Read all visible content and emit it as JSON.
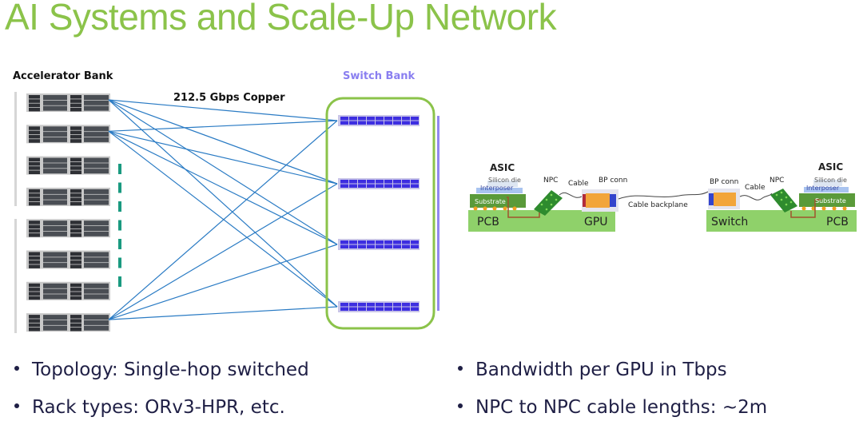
{
  "slide": {
    "title": "AI Systems and Scale-Up Network"
  },
  "topology_diagram": {
    "accelerator_bank_label": "Accelerator Bank",
    "switch_bank_label": "Switch Bank",
    "link_label": "212.5 Gbps Copper",
    "accelerator_count": 8,
    "switch_count": 4,
    "colors": {
      "link": "#2a7bc4",
      "switch_bank_border": "#8bc34a",
      "switch_chip": "#3d2ee0",
      "accelerator": "#4a4e54",
      "ellipsis_dash": "#1a9a80",
      "bracket": "#d6d6d6",
      "switch_side_bar": "#9287f0"
    }
  },
  "package_diagram": {
    "left": {
      "asic": "ASIC",
      "silicon_die": "Silicon die",
      "interposer": "Interposer",
      "substrate": "Substrate",
      "pcb": "PCB",
      "board": "GPU",
      "npc": "NPC",
      "cable": "Cable",
      "bp_conn": "BP conn"
    },
    "middle": {
      "cable_backplane": "Cable backplane"
    },
    "right": {
      "asic": "ASIC",
      "silicon_die": "Silicon die",
      "interposer": "Interposer",
      "substrate": "Substrate",
      "pcb": "PCB",
      "board": "Switch",
      "npc": "NPC",
      "cable": "Cable",
      "bp_conn": "BP conn"
    },
    "colors": {
      "pcb": "#8fd16a",
      "substrate": "#5a9a3a",
      "interposer": "#a9c4f0",
      "trace": "#a0522d",
      "bump": "#f0a020"
    }
  },
  "bullets": {
    "left": [
      "Topology: Single-hop switched",
      "Rack types: ORv3-HPR, etc."
    ],
    "right": [
      "Bandwidth per GPU in Tbps",
      "NPC to NPC cable lengths: ~2m"
    ]
  }
}
